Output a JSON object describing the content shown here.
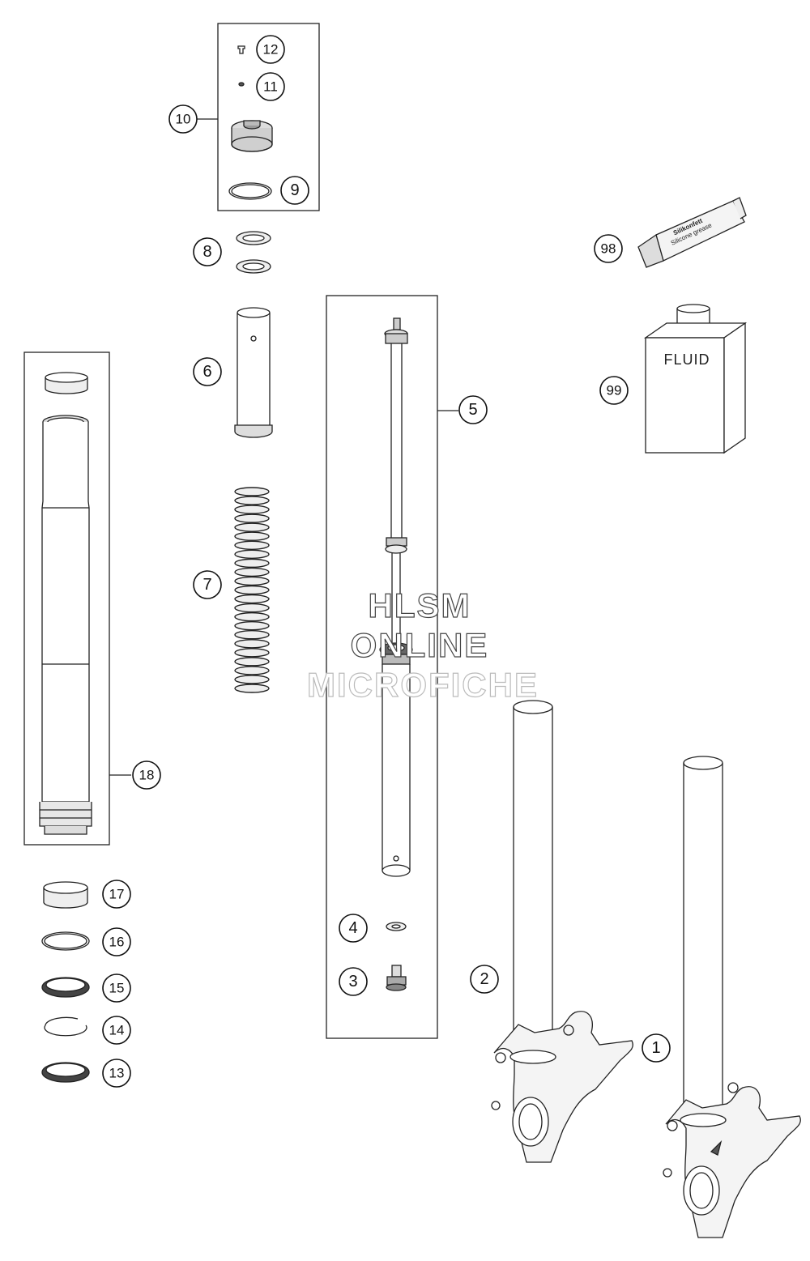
{
  "callouts": {
    "c1": "1",
    "c2": "2",
    "c3": "3",
    "c4": "4",
    "c5": "5",
    "c6": "6",
    "c7": "7",
    "c8": "8",
    "c9": "9",
    "c10": "10",
    "c11": "11",
    "c12": "12",
    "c13": "13",
    "c14": "14",
    "c15": "15",
    "c16": "16",
    "c17": "17",
    "c18": "18",
    "c98": "98",
    "c99": "99"
  },
  "labels": {
    "fluid": "FLUID",
    "grease_line1": "Silikonfett",
    "grease_line2": "Silicone grease"
  },
  "watermark": {
    "line1": "HLSM",
    "line2": "ONLINE",
    "line3": "MICROFICHE"
  }
}
